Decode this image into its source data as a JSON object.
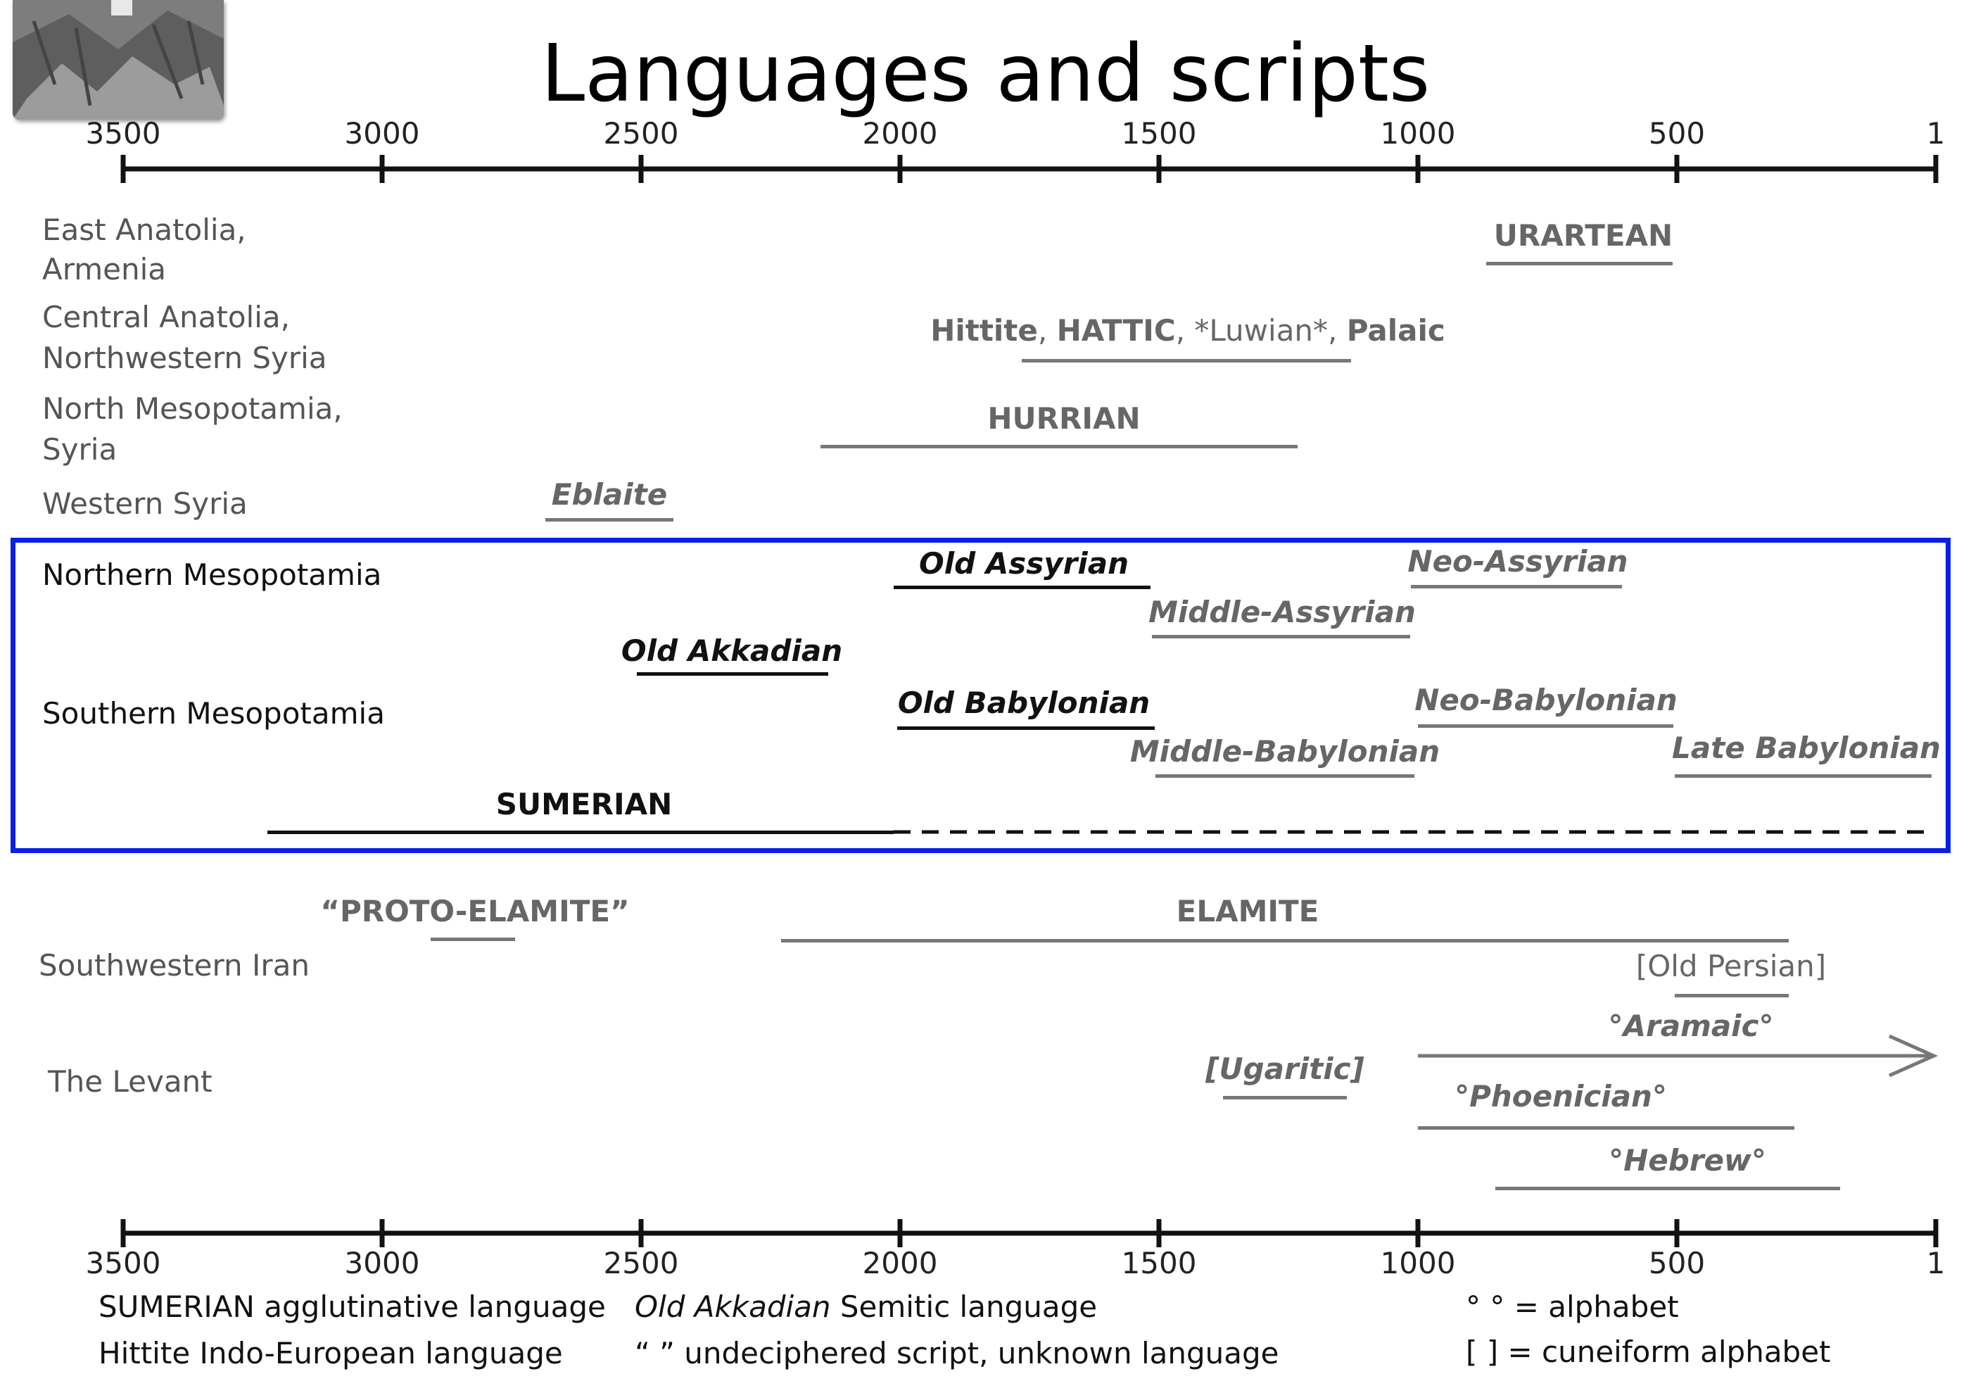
{
  "title": "Languages and scripts",
  "axis_ticks": [
    "3500",
    "3000",
    "2500",
    "2000",
    "1500",
    "1000",
    "500",
    "1"
  ],
  "regions": {
    "east_anatolia": "East Anatolia,",
    "east_anatolia_2": "Armenia",
    "central_anatolia": "Central Anatolia,",
    "central_anatolia_2": "Northwestern Syria",
    "north_meso_syria": "North Mesopotamia,",
    "north_meso_syria_2": "Syria",
    "western_syria": "Western Syria",
    "northern_meso": "Northern Mesopotamia",
    "southern_meso": "Southern Mesopotamia",
    "sw_iran": "Southwestern Iran",
    "levant": "The Levant"
  },
  "languages": {
    "urartean": "URARTEAN",
    "hittite": "Hittite",
    "hattic": "HATTIC",
    "luwian": "*Luwian*",
    "palaic": "Palaic",
    "hurrian": "HURRIAN",
    "eblaite": "Eblaite",
    "old_assyrian": "Old Assyrian",
    "neo_assyrian": "Neo-Assyrian",
    "middle_assyrian": "Middle-Assyrian",
    "old_akkadian": "Old Akkadian",
    "old_babylonian": "Old Babylonian",
    "neo_babylonian": "Neo-Babylonian",
    "middle_babylonian": "Middle-Babylonian",
    "late_babylonian": "Late Babylonian",
    "sumerian": "SUMERIAN",
    "proto_elamite": "“PROTO-ELAMITE”",
    "elamite": "ELAMITE",
    "old_persian": "[Old Persian]",
    "aramaic": "°Aramaic°",
    "ugaritic": "[Ugaritic]",
    "phoenician": "°Phoenician°",
    "hebrew": "°Hebrew°"
  },
  "legend": {
    "l1_term": "SUMERIAN",
    "l1_text": " agglutinative language",
    "l2_term": "Hittite",
    "l2_text": " Indo-European language",
    "l3_term": "Old Akkadian",
    "l3_text": " Semitic language",
    "l4_text": "“ ” undeciphered script, unknown language",
    "l5_text": "° ° = alphabet",
    "l6_text": "[ ] = cuneiform alphabet"
  }
}
